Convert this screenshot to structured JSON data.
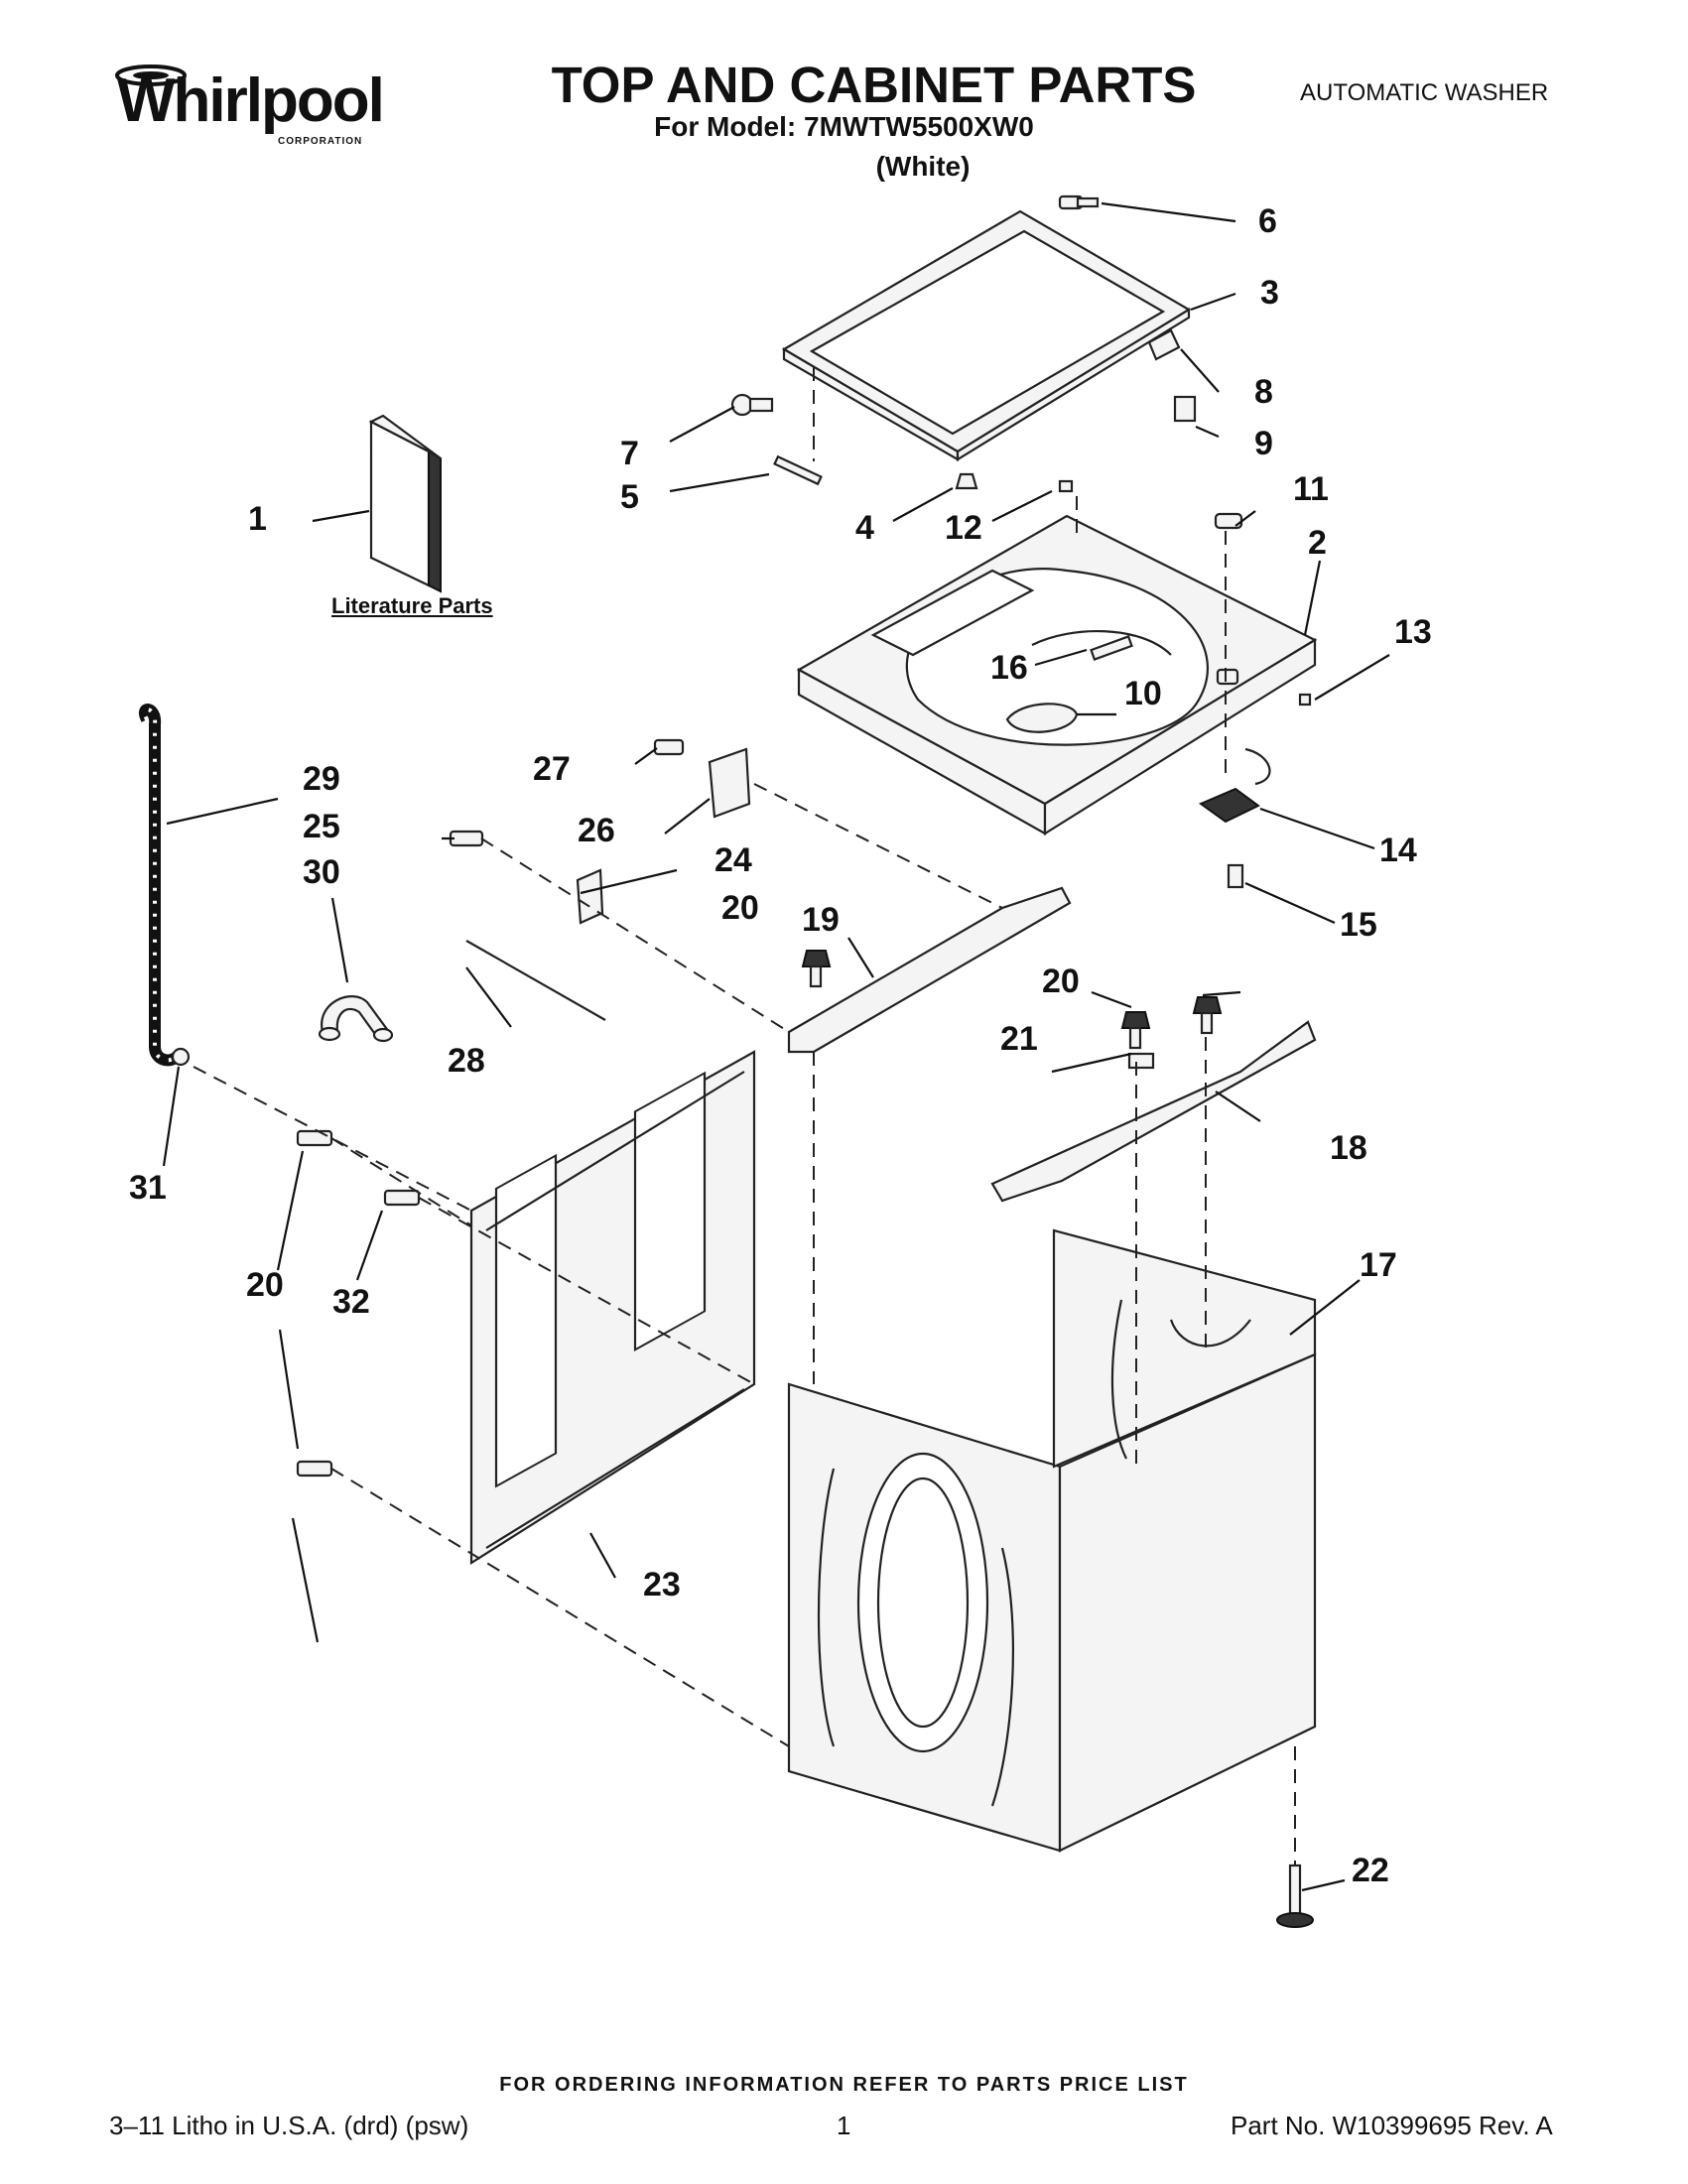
{
  "header": {
    "brand": "Whirlpool",
    "brand_sub": "CORPORATION",
    "title": "TOP AND CABINET PARTS",
    "model_line": "For Model: 7MWTW5500XW0",
    "color_line": "(White)",
    "product": "AUTOMATIC WASHER"
  },
  "literature_label": "Literature Parts",
  "callouts": {
    "c1": "1",
    "c2": "2",
    "c3": "3",
    "c4": "4",
    "c5": "5",
    "c6": "6",
    "c7": "7",
    "c8": "8",
    "c9": "9",
    "c10": "10",
    "c11": "11",
    "c12": "12",
    "c13": "13",
    "c14": "14",
    "c15": "15",
    "c16": "16",
    "c17": "17",
    "c18": "18",
    "c19": "19",
    "c20a": "20",
    "c20b": "20",
    "c20c": "20",
    "c21": "21",
    "c22": "22",
    "c23": "23",
    "c24": "24",
    "c25": "25",
    "c26": "26",
    "c27": "27",
    "c28": "28",
    "c29": "29",
    "c30": "30",
    "c31": "31",
    "c32": "32"
  },
  "footer": {
    "ordering_note": "FOR ORDERING INFORMATION REFER TO PARTS PRICE LIST",
    "litho": "3–11 Litho in U.S.A. (drd) (psw)",
    "page": "1",
    "part_no": "Part No. W10399695 Rev. A"
  }
}
